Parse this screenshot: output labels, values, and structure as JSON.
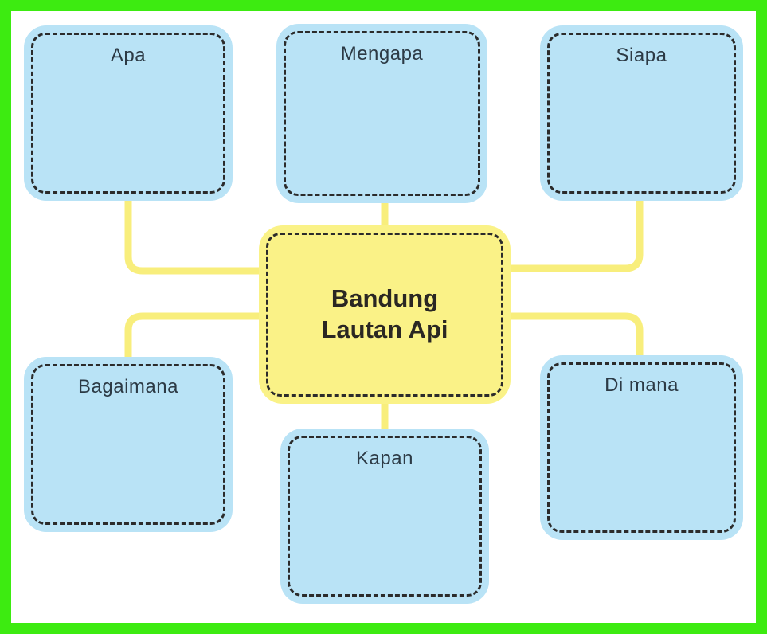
{
  "diagram": {
    "center": {
      "label": "Bandung Lautan Api"
    },
    "nodes": {
      "apa": {
        "label": "Apa"
      },
      "mengapa": {
        "label": "Mengapa"
      },
      "siapa": {
        "label": "Siapa"
      },
      "bagaimana": {
        "label": "Bagaimana"
      },
      "dimana": {
        "label": "Di mana"
      },
      "kapan": {
        "label": "Kapan"
      }
    },
    "colors": {
      "frame_border": "#3DEB11",
      "node_fill": "#B9E3F6",
      "center_fill": "#FAF287",
      "connector": "#F8EE7C",
      "dashed_border": "#2B2B2B",
      "node_text": "#2C3A45",
      "center_text": "#2A2723"
    }
  }
}
